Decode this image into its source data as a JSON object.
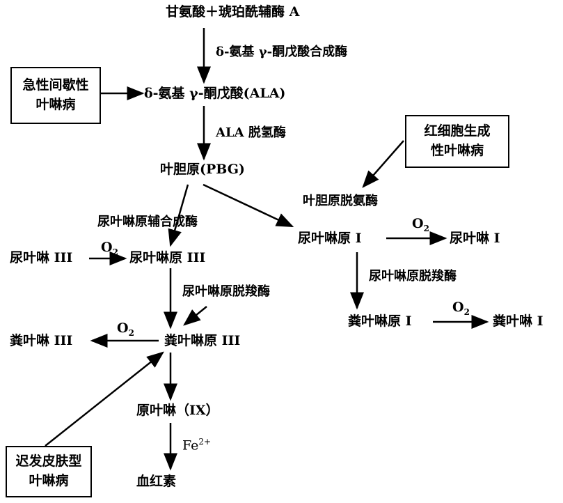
{
  "nodes": {
    "substrate": "甘氨酸＋琥珀酰辅酶 A",
    "ala": "δ-氨基 γ-酮戊酸(ALA)",
    "pbg": "叶胆原(PBG)",
    "uro3_gen": "尿叶啉原 III",
    "uro3": "尿叶啉 III",
    "uro1_gen": "尿叶啉原 I",
    "uro1": "尿叶啉 I",
    "copro1_gen": "粪叶啉原 I",
    "copro1": "粪叶啉 I",
    "copro3_gen": "粪叶啉原 III",
    "copro3": "粪叶啉 III",
    "proto": "原叶啉（IX）",
    "heme": "血红素"
  },
  "enzymes": {
    "ala_synthase": "δ-氨基 γ-酮戊酸合成酶",
    "ala_dehydratase": "ALA 脱氢酶",
    "pbg_deaminase": "叶胆原脱氨酶",
    "uro3_cosynthase": "尿叶啉原辅合成酶",
    "uro_decarboxylase_1": "尿叶啉原脱羧酶",
    "uro_decarboxylase_3": "尿叶啉原脱羧酶"
  },
  "reagents": {
    "o2": "O",
    "o2_sub": "2",
    "fe": "Fe",
    "fe_sup": "2+"
  },
  "diseases": {
    "aip_line1": "急性间歇性",
    "aip_line2": "叶啉病",
    "ep_line1": "红细胞生成",
    "ep_line2": "性叶啉病",
    "pct_line1": "迟发皮肤型",
    "pct_line2": "叶啉病"
  }
}
